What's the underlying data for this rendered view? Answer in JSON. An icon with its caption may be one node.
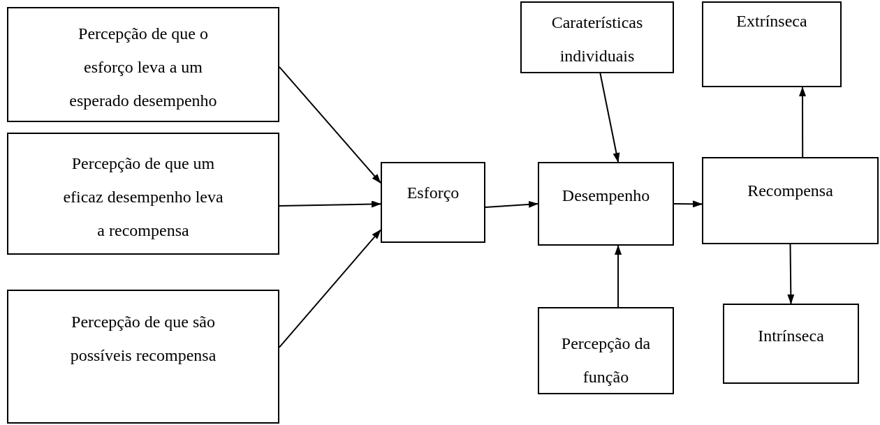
{
  "diagram": {
    "nodes": [
      {
        "text": [
          "Percepção de que o esforço leva a um esperado desempenho"
        ]
      },
      {
        "text": [
          "Percepção de que um eficaz desempenho leva a recompensa"
        ]
      },
      {
        "text": [
          "Percepção de que são possíveis recompensa"
        ]
      },
      {
        "text": [
          "Esforço"
        ]
      },
      {
        "text": [
          "Desempenho"
        ]
      },
      {
        "text": [
          "Caraterísticas individuais"
        ]
      },
      {
        "text": [
          "Percepção da função"
        ]
      },
      {
        "text": [
          "Recompensa"
        ]
      },
      {
        "text": [
          "Extrínseca"
        ]
      },
      {
        "text": [
          "Intrínseca"
        ]
      }
    ],
    "edges": [
      {
        "from": 0,
        "to": 3,
        "arrow": "to"
      },
      {
        "from": 1,
        "to": 3,
        "arrow": "to"
      },
      {
        "from": 2,
        "to": 3,
        "arrow": "to"
      },
      {
        "from": 3,
        "to": 4,
        "arrow": "to"
      },
      {
        "from": 5,
        "to": 4,
        "arrow": "to"
      },
      {
        "from": 6,
        "to": 4,
        "arrow": "to"
      },
      {
        "from": 4,
        "to": 7,
        "arrow": "to"
      },
      {
        "from": 7,
        "to": 8,
        "arrow": "to"
      },
      {
        "from": 7,
        "to": 9,
        "arrow": "to"
      }
    ]
  }
}
